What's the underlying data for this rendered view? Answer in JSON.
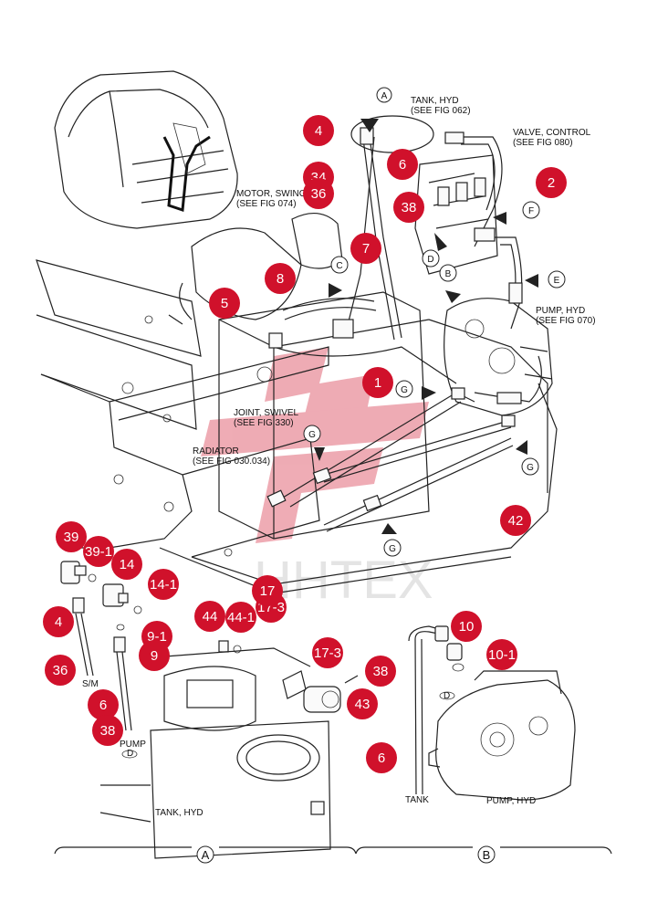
{
  "colors": {
    "badge": "#d0112b",
    "badge_text": "#ffffff",
    "line": "#222222",
    "watermark": "#d0112b"
  },
  "watermark": {
    "text": "HHTEX"
  },
  "labels": {
    "tank_hyd_top_1": "TANK, HYD",
    "tank_hyd_top_2": "(SEE FIG 062)",
    "valve_control_1": "VALVE, CONTROL",
    "valve_control_2": "(SEE FIG 080)",
    "motor_swing_1": "MOTOR, SWING",
    "motor_swing_2": "(SEE FIG 074)",
    "pump_hyd_1": "PUMP, HYD",
    "pump_hyd_2": "(SEE FIG 070)",
    "joint_swivel_1": "JOINT, SWIVEL",
    "joint_swivel_2": "(SEE FIG 330)",
    "radiator_1": "RADIATOR",
    "radiator_2": "(SEE FIG 030.034)",
    "sm": "S/M",
    "pump": "PUMP",
    "tank_hyd_bottom": "TANK, HYD",
    "tank": "TANK",
    "pump_hyd_bottom": "PUMP, HYD",
    "d_tag_1": "D",
    "d_tag_2": "D",
    "section_a": "A",
    "section_b": "B"
  },
  "view_markers": {
    "a_top": "A",
    "b": "B",
    "c": "C",
    "d": "D",
    "e": "E",
    "f": "F",
    "g1": "G",
    "g2": "G",
    "g3": "G",
    "g4": "G"
  },
  "badges": [
    "4",
    "6",
    "34",
    "36",
    "38",
    "2",
    "7",
    "8",
    "5",
    "1",
    "42",
    "39",
    "39-1",
    "14",
    "14-1",
    "4",
    "9-1",
    "9",
    "36",
    "6",
    "38",
    "17-3",
    "17-3",
    "44",
    "44-1",
    "43",
    "10",
    "10-1",
    "38",
    "6",
    "17"
  ]
}
